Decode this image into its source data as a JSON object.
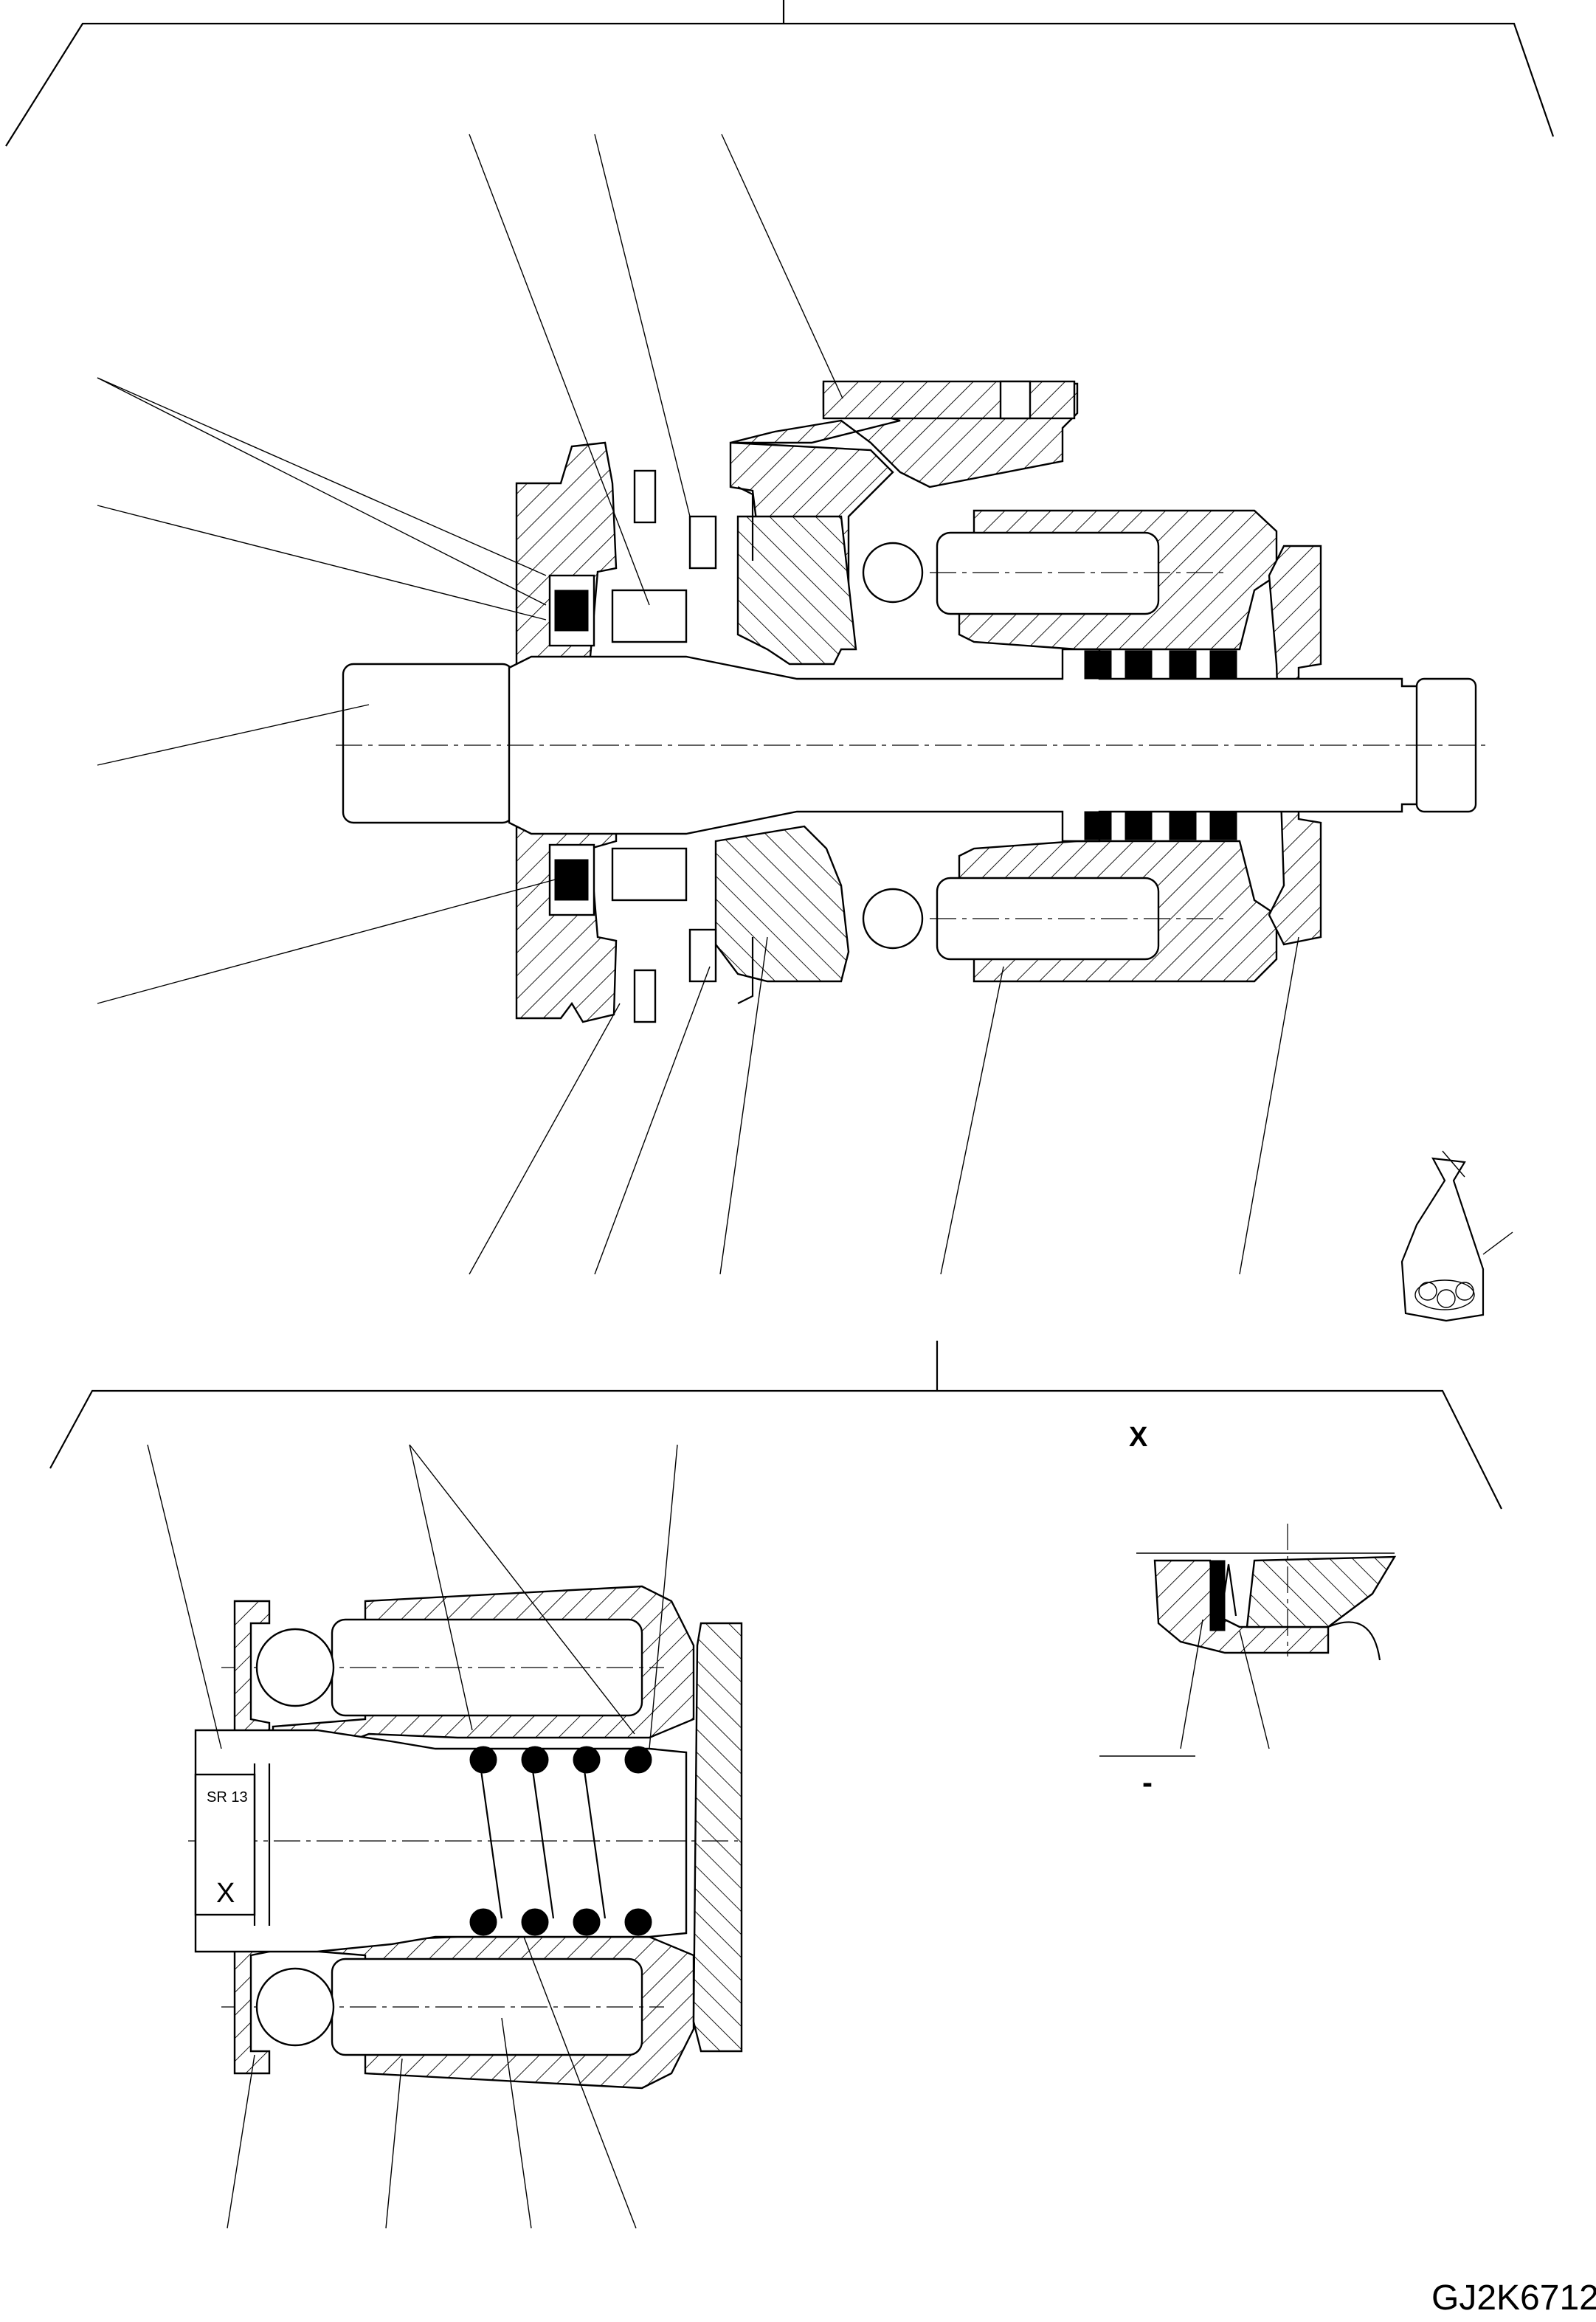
{
  "drawing_code": "GJ2K6712",
  "detail": {
    "view_label": "X",
    "callout_label": "-",
    "section_marker": "X",
    "dimension_text": "SR 13"
  },
  "parts_bag_icon": "parts-bag-icon"
}
